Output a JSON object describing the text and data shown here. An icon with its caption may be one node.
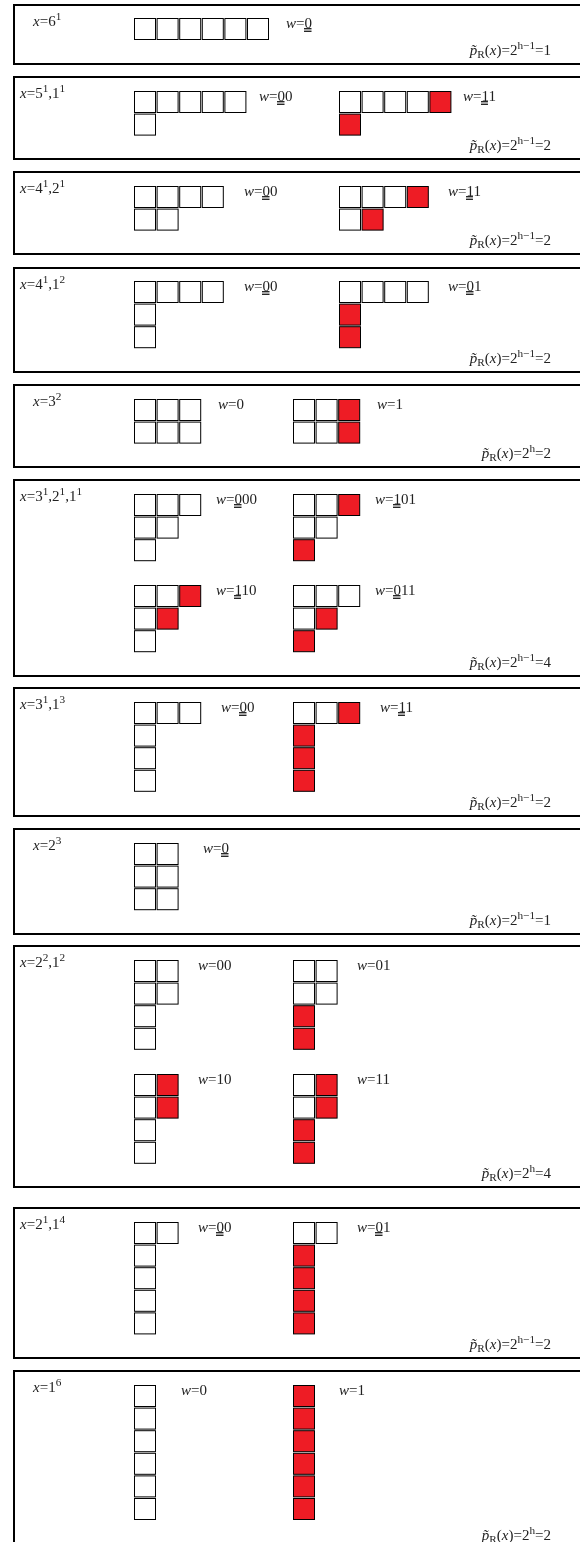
{
  "diagram": {
    "nodes": [
      {
        "text": [
          "*x*=6$^{1}$",
          "*p̃*$_{R}$(*x*)=2$^{h−1}$=1"
        ]
      },
      {
        "text": [
          "*w*=0"
        ],
        "in": 0
      },
      {
        "text": [
          "*x*=5$^{1}$,1$^{1}$",
          "*p̃*$_{R}$(*x*)=2$^{h−1}$=2"
        ]
      },
      {
        "text": [
          "*w*=00"
        ],
        "in": 2
      },
      {
        "text": [
          "*w*=11"
        ],
        "in": 2
      },
      {
        "text": [
          "*x*=4$^{1}$,2$^{1}$",
          "*p̃*$_{R}$(*x*)=2$^{h−1}$=2"
        ]
      },
      {
        "text": [
          "*w*=00"
        ],
        "in": 5
      },
      {
        "text": [
          "*w*=11"
        ],
        "in": 5
      },
      {
        "text": [
          "*x*=4$^{1}$,1$^{2}$",
          "*p̃*$_{R}$(*x*)=2$^{h−1}$=2"
        ]
      },
      {
        "text": [
          "*w*=00"
        ],
        "in": 8
      },
      {
        "text": [
          "*w*=01"
        ],
        "in": 8
      },
      {
        "text": [
          "*x*=3$^{2}$",
          "*p̃*$_{R}$(*x*)=2$^{h}$=2"
        ]
      },
      {
        "text": [
          "*w*=0"
        ],
        "in": 11
      },
      {
        "text": [
          "*w*=1"
        ],
        "in": 11
      },
      {
        "text": [
          "*x*=3$^{1}$,2$^{1}$,1$^{1}$",
          "*p̃*$_{R}$(*x*)=2$^{h−1}$=4"
        ]
      },
      {
        "text": [
          "*w*=000"
        ],
        "in": 14
      },
      {
        "text": [
          "*w*=101"
        ],
        "in": 14
      },
      {
        "text": [
          "*w*=110"
        ],
        "in": 14
      },
      {
        "text": [
          "*w*=011"
        ],
        "in": 14
      },
      {
        "text": [
          "*x*=3$^{1}$,1$^{3}$",
          "*p̃*$_{R}$(*x*)=2$^{h−1}$=2"
        ]
      },
      {
        "text": [
          "*w*=00"
        ],
        "in": 19
      },
      {
        "text": [
          "*w*=11"
        ],
        "in": 19
      },
      {
        "text": [
          "*x*=2$^{3}$",
          "*p̃*$_{R}$(*x*)=2$^{h−1}$=1"
        ]
      },
      {
        "text": [
          "*w*=0"
        ],
        "in": 22
      },
      {
        "text": [
          "*x*=2$^{2}$,1$^{2}$",
          "*p̃*$_{R}$(*x*)=2$^{h}$=4"
        ]
      },
      {
        "text": [
          "*w*=00"
        ],
        "in": 24
      },
      {
        "text": [
          "*w*=01"
        ],
        "in": 24
      },
      {
        "text": [
          "*w*=10"
        ],
        "in": 24
      },
      {
        "text": [
          "*w*=11"
        ],
        "in": 24
      },
      {
        "text": [
          "*x*=2$^{1}$,1$^{4}$",
          "*p̃*$_{R}$(*x*)=2$^{h−1}$=2"
        ]
      },
      {
        "text": [
          "*w*=00"
        ],
        "in": 29
      },
      {
        "text": [
          "*w*=01"
        ],
        "in": 29
      },
      {
        "text": [
          "*x*=1$^{6}$",
          "*p̃*$_{R}$(*x*)=2$^{h}$=2"
        ]
      },
      {
        "text": [
          "*w*=0"
        ],
        "in": 32
      },
      {
        "text": [
          "*w*=1"
        ],
        "in": 32
      }
    ]
  }
}
